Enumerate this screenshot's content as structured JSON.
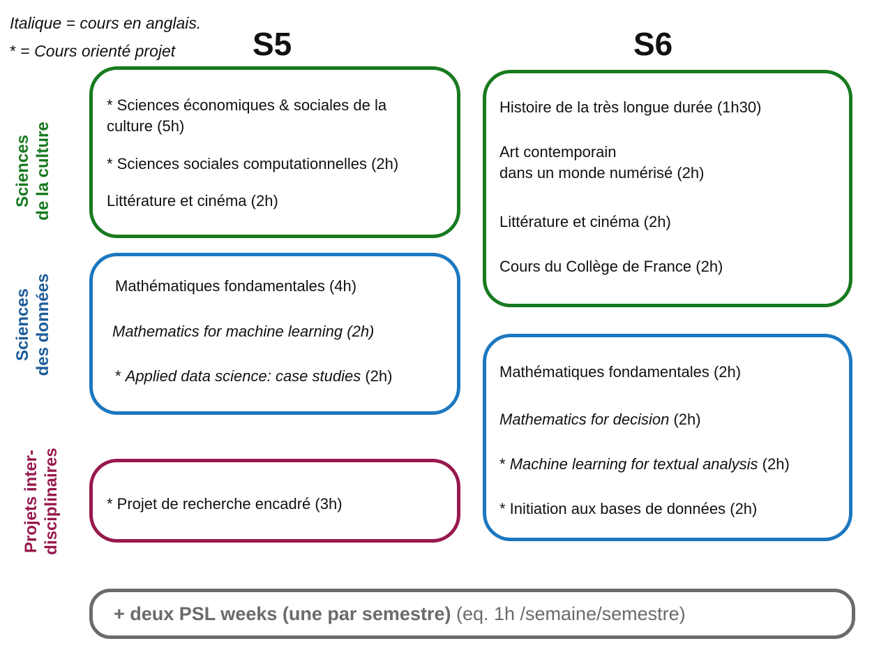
{
  "legend": {
    "line1": "Italique = cours en anglais.",
    "line2_prefix": "* = ",
    "line2_italic": "Cours orienté projet"
  },
  "semesters": {
    "s5": "S5",
    "s6": "S6"
  },
  "rows": {
    "culture": {
      "line1": "Sciences",
      "line2": "de la culture",
      "color": "#177a1f"
    },
    "donnees": {
      "line1": "Sciences",
      "line2": "des données",
      "color": "#1d5c9a"
    },
    "projets": {
      "line1": "Projets inter-",
      "line2": "disciplinaires",
      "color": "#97194e"
    }
  },
  "s5": {
    "culture": {
      "item1_line1": "* Sciences économiques & sociales de la",
      "item1_line2": "culture (5h)",
      "item2": "* Sciences sociales computationnelles (2h)",
      "item3": "Littérature et cinéma (2h)"
    },
    "donnees": {
      "item1": "Mathématiques fondamentales (4h)",
      "item2": "Mathematics for machine learning (2h)",
      "item3_prefix": "* ",
      "item3_italic": "Applied data science: case studies",
      "item3_suffix": " (2h)"
    },
    "projets": {
      "item1": "* Projet de recherche encadré (3h)"
    }
  },
  "s6": {
    "culture": {
      "item1": "Histoire de la très longue durée (1h30)",
      "item2_line1": "Art contemporain",
      "item2_line2": "dans un monde numérisé (2h)",
      "item3": "Littérature et cinéma (2h)",
      "item4": "Cours du Collège de France (2h)"
    },
    "donnees": {
      "item1": "Mathématiques fondamentales (2h)",
      "item2_italic": "Mathematics for decision",
      "item2_suffix": " (2h)",
      "item3_prefix": "* ",
      "item3_italic": "Machine learning for textual analysis",
      "item3_suffix": " (2h)",
      "item4": "* Initiation aux bases de données (2h)"
    }
  },
  "footer": {
    "bold": "+ deux PSL weeks (une par semestre)",
    "normal": " (eq. 1h /semaine/semestre)"
  },
  "colors": {
    "green": "#177a1f",
    "blue": "#1c78c0",
    "purple": "#97194e",
    "grey": "#6b6b6b"
  }
}
